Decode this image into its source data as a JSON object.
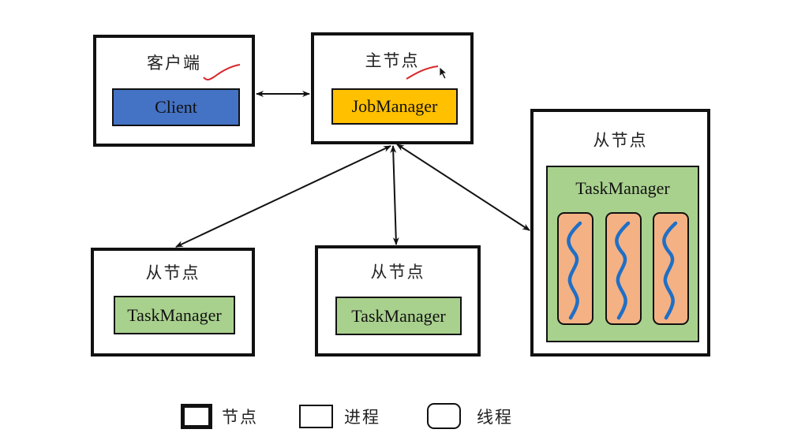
{
  "client_node": {
    "title": "客户端",
    "process": "Client"
  },
  "master_node": {
    "title": "主节点",
    "process": "JobManager"
  },
  "worker_nodes": [
    {
      "title": "从节点",
      "process": "TaskManager"
    },
    {
      "title": "从节点",
      "process": "TaskManager"
    },
    {
      "title": "从节点",
      "process": "TaskManager",
      "threads": 3
    }
  ],
  "legend": [
    {
      "label": "节点",
      "icon": "thick-border-rect-icon"
    },
    {
      "label": "进程",
      "icon": "thin-border-rect-icon"
    },
    {
      "label": "线程",
      "icon": "rounded-rect-icon"
    }
  ],
  "colors": {
    "client": "#4472c4",
    "jobmanager": "#ffc000",
    "taskmanager": "#a9d18e",
    "thread": "#f4b183",
    "thread_wave": "#1f6fc6",
    "annotation": "#d9262b"
  }
}
